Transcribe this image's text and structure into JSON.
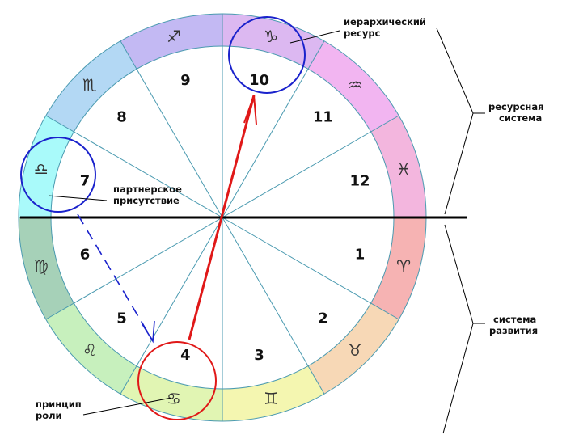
{
  "houses": [
    {
      "num": "1",
      "sign": "♈",
      "color": "#f6b3b3"
    },
    {
      "num": "2",
      "sign": "♉",
      "color": "#f7d8b6"
    },
    {
      "num": "3",
      "sign": "♊",
      "color": "#f4f6b0"
    },
    {
      "num": "4",
      "sign": "♋",
      "color": "#e1f5b3"
    },
    {
      "num": "5",
      "sign": "♌",
      "color": "#c7f0bd"
    },
    {
      "num": "6",
      "sign": "♍",
      "color": "#a6d1b8"
    },
    {
      "num": "7",
      "sign": "♎",
      "color": "#a9fafa"
    },
    {
      "num": "8",
      "sign": "♏",
      "color": "#b3d8f4"
    },
    {
      "num": "9",
      "sign": "♐",
      "color": "#c3b9f3"
    },
    {
      "num": "10",
      "sign": "♑",
      "color": "#dcb8f1"
    },
    {
      "num": "11",
      "sign": "♒",
      "color": "#f2b5f1"
    },
    {
      "num": "12",
      "sign": "♓",
      "color": "#f3b6de"
    }
  ],
  "annotations": {
    "hierarchical_resource": [
      "иерархический",
      "ресурс"
    ],
    "partner_presence": [
      "партнерское",
      "присутствие"
    ],
    "role_principle": [
      "принцип",
      "роли"
    ],
    "resource_system": [
      "ресурсная",
      "система"
    ],
    "development_system": [
      "система",
      "развития"
    ]
  },
  "colors": {
    "spoke": "#4a9ab0",
    "blue_marker": "#1a22cc",
    "red_marker": "#e01818",
    "horizon": "#000000"
  }
}
